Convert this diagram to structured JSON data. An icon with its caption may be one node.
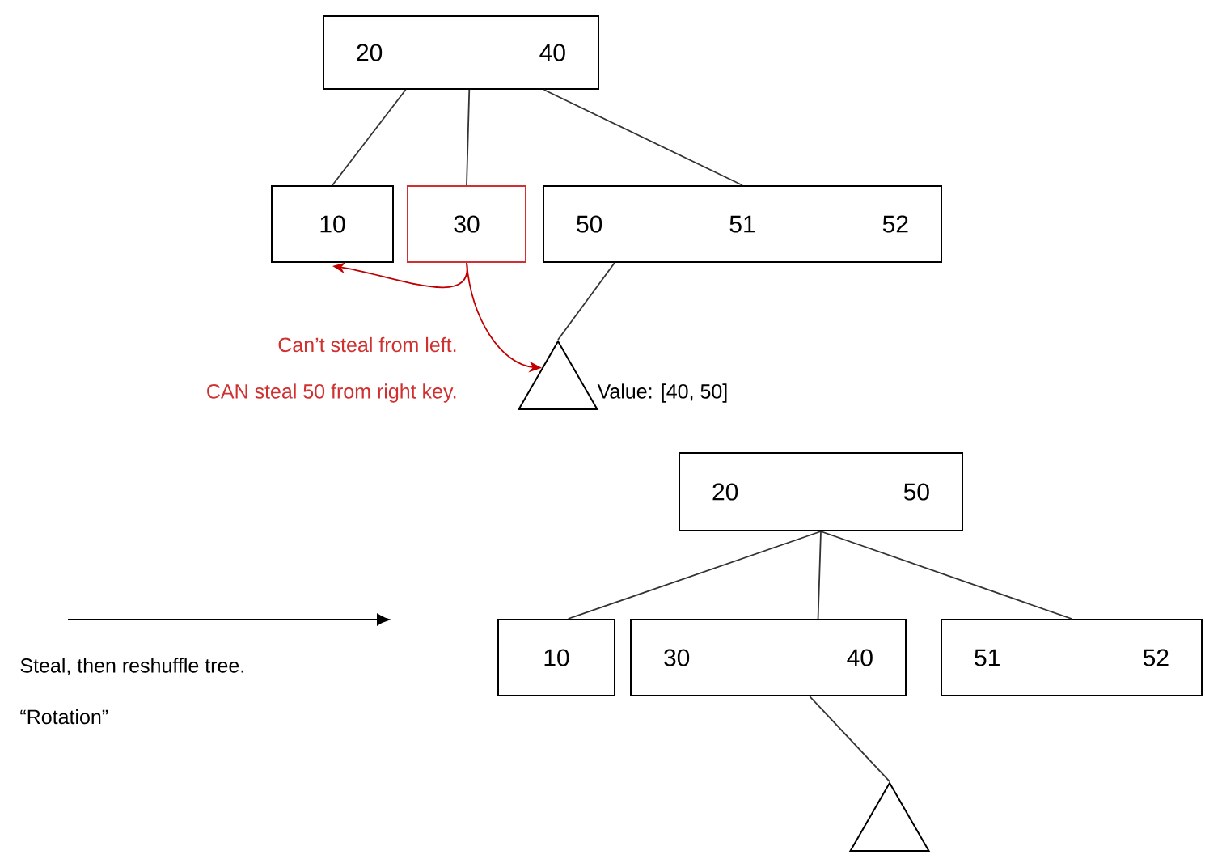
{
  "diagram": {
    "nodes": [
      {
        "text": [
          "20",
          "40"
        ]
      },
      {
        "text": [
          "10"
        ]
      },
      {
        "text": [
          "30"
        ]
      },
      {
        "text": [
          "50",
          "51",
          "52"
        ]
      },
      {
        "text": [],
        "shape": "triangle",
        "beside": [
          "Value: [40, 50]"
        ]
      },
      {
        "text": [
          "20",
          "50"
        ]
      },
      {
        "text": [
          "10"
        ]
      },
      {
        "text": [
          "30",
          "40"
        ]
      },
      {
        "text": [
          "51",
          "52"
        ]
      },
      {
        "text": [],
        "shape": "triangle"
      }
    ],
    "edges": [
      {
        "from": 0,
        "to": 1,
        "arrow": "none"
      },
      {
        "from": 0,
        "to": 2,
        "arrow": "none"
      },
      {
        "from": 0,
        "to": 3,
        "arrow": "none"
      },
      {
        "from": 3,
        "to": 4,
        "arrow": "none"
      },
      {
        "from": 2,
        "to": 1,
        "arrow": "to",
        "color": "#c00000"
      },
      {
        "from": 2,
        "to": 4,
        "arrow": "to",
        "color": "#c00000"
      },
      {
        "from": 5,
        "to": 6,
        "arrow": "none"
      },
      {
        "from": 5,
        "to": 7,
        "arrow": "none"
      },
      {
        "from": 5,
        "to": 8,
        "arrow": "none"
      },
      {
        "from": 7,
        "to": 9,
        "arrow": "none"
      }
    ],
    "labels": [
      "Can’t steal from left.",
      "CAN steal 50 from right key.",
      "Steal, then reshuffle tree.",
      "“Rotation”"
    ]
  }
}
